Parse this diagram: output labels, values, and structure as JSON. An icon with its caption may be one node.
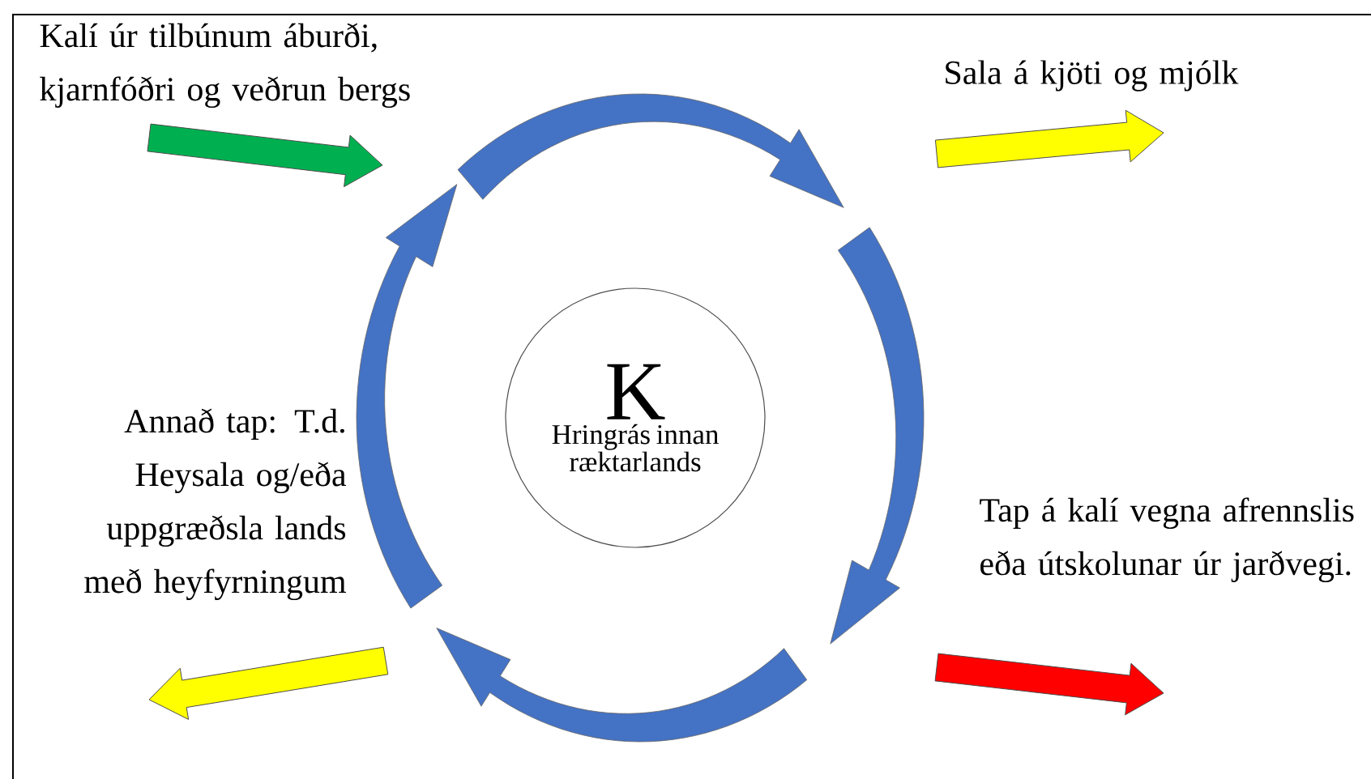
{
  "diagram": {
    "nodes": [
      {
        "text": [
          "K",
          "Hringrás innan ræktarlands"
        ]
      }
    ],
    "labels": [
      "Kalí úr tilbúnum áburði, kjarnfóðri og veðrun bergs",
      "Sala á kjöti og mjólk",
      "Annað tap: T.d. Heysala og/eða uppgræðsla lands með heyfyrningum",
      "Tap á kalí vegna afrennslis eða útskolunar úr jarðvegi."
    ]
  }
}
